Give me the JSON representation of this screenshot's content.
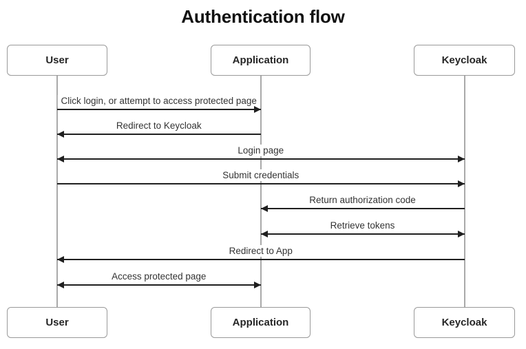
{
  "title": "Authentication flow",
  "theme": {
    "line_color": "#1f1f1f",
    "lifeline_color": "#a9a9a9",
    "box_border_color": "#999999",
    "box_text_color": "#262626",
    "label_text_color": "#333333",
    "background": "#ffffff"
  },
  "diagram": {
    "type": "sequence",
    "actors": [
      {
        "id": "user",
        "label": "User"
      },
      {
        "id": "application",
        "label": "Application"
      },
      {
        "id": "keycloak",
        "label": "Keycloak"
      }
    ],
    "messages": [
      {
        "label": "Click login, or attempt to access protected page",
        "from": "user",
        "to": "application",
        "bidirectional": false
      },
      {
        "label": "Redirect to Keycloak",
        "from": "application",
        "to": "user",
        "bidirectional": false
      },
      {
        "label": "Login page",
        "from": "keycloak",
        "to": "user",
        "bidirectional": true
      },
      {
        "label": "Submit credentials",
        "from": "user",
        "to": "keycloak",
        "bidirectional": false
      },
      {
        "label": "Return authorization code",
        "from": "keycloak",
        "to": "application",
        "bidirectional": false
      },
      {
        "label": "Retrieve tokens",
        "from": "application",
        "to": "keycloak",
        "bidirectional": true
      },
      {
        "label": "Redirect to App",
        "from": "keycloak",
        "to": "user",
        "bidirectional": false
      },
      {
        "label": "Access protected page",
        "from": "user",
        "to": "application",
        "bidirectional": true
      }
    ]
  }
}
